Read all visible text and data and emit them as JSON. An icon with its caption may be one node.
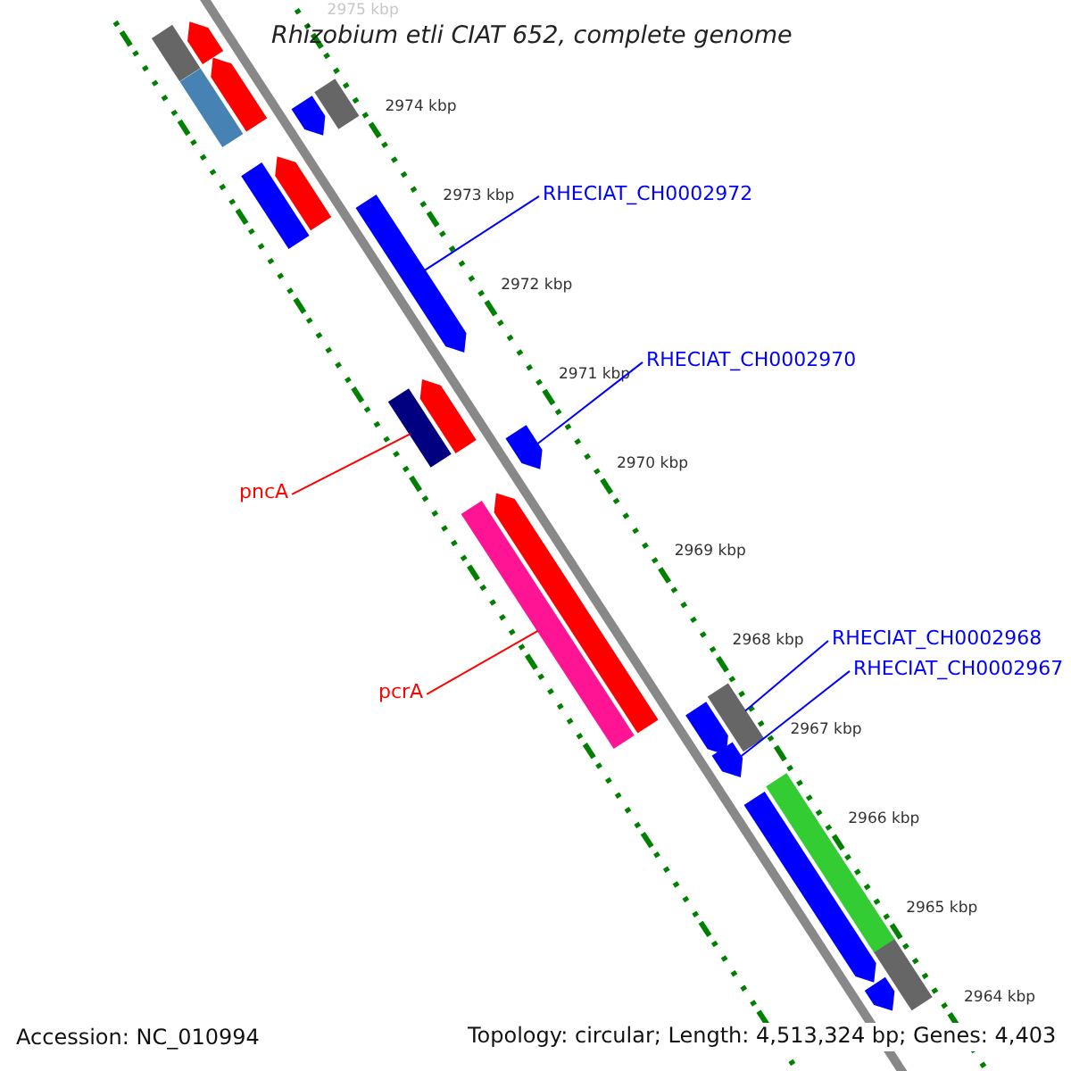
{
  "diagram": {
    "title": "Rhizobium etli CIAT 652, complete genome",
    "nodes": [
      {
        "text": [],
        "shape": "bar"
      },
      {
        "text": [],
        "shape": "arrow"
      },
      {
        "text": [],
        "shape": "arrow"
      },
      {
        "text": [],
        "shape": "bar"
      },
      {
        "text": [],
        "shape": "bar"
      },
      {
        "text": [],
        "shape": "arrow"
      },
      {
        "text": [],
        "shape": "bar"
      },
      {
        "text": [],
        "shape": "arrow"
      },
      {
        "text": [
          "RHECIAT_CH0002972"
        ]
      },
      {
        "text": [],
        "shape": "arrow"
      },
      {
        "text": [
          "RHECIAT_CH0002970"
        ]
      },
      {
        "text": [],
        "shape": "bar"
      },
      {
        "text": [],
        "shape": "arrow"
      },
      {
        "text": [],
        "shape": "arrow"
      },
      {
        "text": [
          "pncA"
        ]
      },
      {
        "text": [],
        "shape": "bar"
      },
      {
        "text": [],
        "shape": "arrow"
      },
      {
        "text": [
          "RHECIAT_CH0002968"
        ]
      },
      {
        "text": [
          "RHECIAT_CH0002967"
        ]
      },
      {
        "text": [
          "pcrA"
        ]
      },
      {
        "text": [],
        "shape": "bar"
      },
      {
        "text": [],
        "shape": "arrow"
      },
      {
        "text": [],
        "shape": "arrow"
      },
      {
        "text": [],
        "shape": "bar"
      },
      {
        "text": [],
        "shape": "arrow"
      },
      {
        "text": [],
        "shape": "bar"
      },
      {
        "text": [],
        "shape": "arrow"
      }
    ],
    "edges": [
      {
        "from": 8,
        "to": 9,
        "arrow": "none"
      },
      {
        "from": 10,
        "to": 13,
        "arrow": "none"
      },
      {
        "from": 14,
        "to": 11,
        "arrow": "none",
        "color": "#ff0000"
      },
      {
        "from": 19,
        "to": 15,
        "arrow": "none",
        "color": "#ff0000"
      },
      {
        "from": 17,
        "to": 20,
        "arrow": "none"
      },
      {
        "from": 18,
        "to": 22,
        "arrow": "none"
      }
    ],
    "labels": [
      "2975 kbp",
      "2974 kbp",
      "2973 kbp",
      "2972 kbp",
      "2971 kbp",
      "2970 kbp",
      "2969 kbp",
      "2968 kbp",
      "2967 kbp",
      "2966 kbp",
      "2965 kbp",
      "2964 kbp",
      "Accession: NC_010994",
      "Topology: circular; Length: 4,513,324 bp; Genes: 4,403"
    ]
  }
}
